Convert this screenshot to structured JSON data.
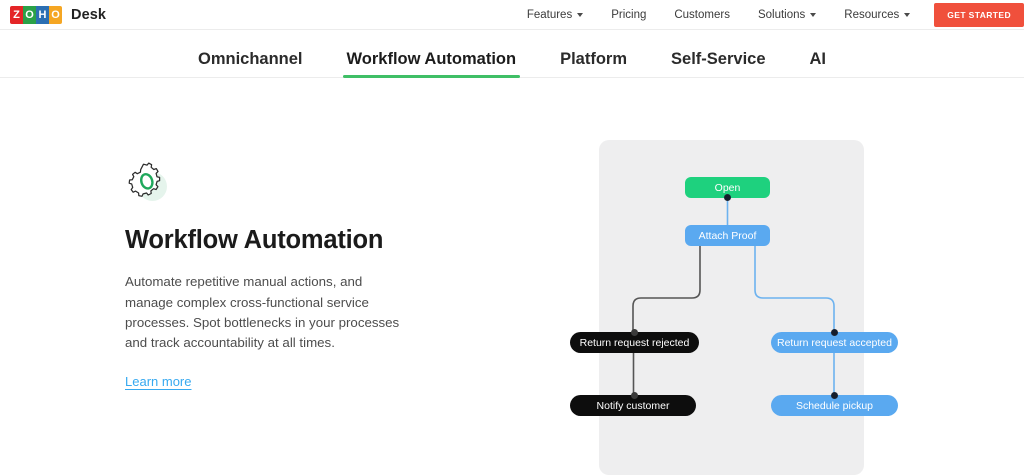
{
  "header": {
    "logo_letters": [
      "Z",
      "O",
      "H",
      "O"
    ],
    "brand_name": "Desk",
    "nav_items": [
      {
        "label": "Features",
        "has_caret": true
      },
      {
        "label": "Pricing",
        "has_caret": false
      },
      {
        "label": "Customers",
        "has_caret": false
      },
      {
        "label": "Solutions",
        "has_caret": true
      },
      {
        "label": "Resources",
        "has_caret": true
      }
    ],
    "cta_label": "GET STARTED",
    "cta_color": "#f0503c"
  },
  "tabs": [
    {
      "label": "Omnichannel",
      "active": false
    },
    {
      "label": "Workflow Automation",
      "active": true
    },
    {
      "label": "Platform",
      "active": false
    },
    {
      "label": "Self-Service",
      "active": false
    },
    {
      "label": "AI",
      "active": false
    }
  ],
  "tab_accent_color": "#3fbf66",
  "feature": {
    "icon_name": "gear-icon",
    "title": "Workflow Automation",
    "description": "Automate repetitive manual actions, and manage complex cross-functional service processes. Spot bottlenecks in your processes and track accountability at all times.",
    "link_label": "Learn more",
    "link_color": "#36a9f0"
  },
  "diagram": {
    "panel_color": "#eeeeef",
    "nodes": [
      {
        "id": "open",
        "label": "Open",
        "color": "#1ed17e"
      },
      {
        "id": "attach",
        "label": "Attach Proof",
        "color": "#5aa9f0"
      },
      {
        "id": "rejected",
        "label": "Return request rejected",
        "color": "#0d0d0d"
      },
      {
        "id": "notify",
        "label": "Notify customer",
        "color": "#0d0d0d"
      },
      {
        "id": "accepted",
        "label": "Return request accepted",
        "color": "#5aa9f0"
      },
      {
        "id": "pickup",
        "label": "Schedule pickup",
        "color": "#5aa9f0"
      }
    ],
    "edges": [
      {
        "from": "open",
        "to": "attach",
        "color": "#5aa9f0"
      },
      {
        "from": "attach",
        "to": "rejected",
        "color": "#4a4a4a"
      },
      {
        "from": "attach",
        "to": "accepted",
        "color": "#5aa9f0"
      },
      {
        "from": "rejected",
        "to": "notify",
        "color": "#4a4a4a"
      },
      {
        "from": "accepted",
        "to": "pickup",
        "color": "#5aa9f0"
      }
    ]
  }
}
